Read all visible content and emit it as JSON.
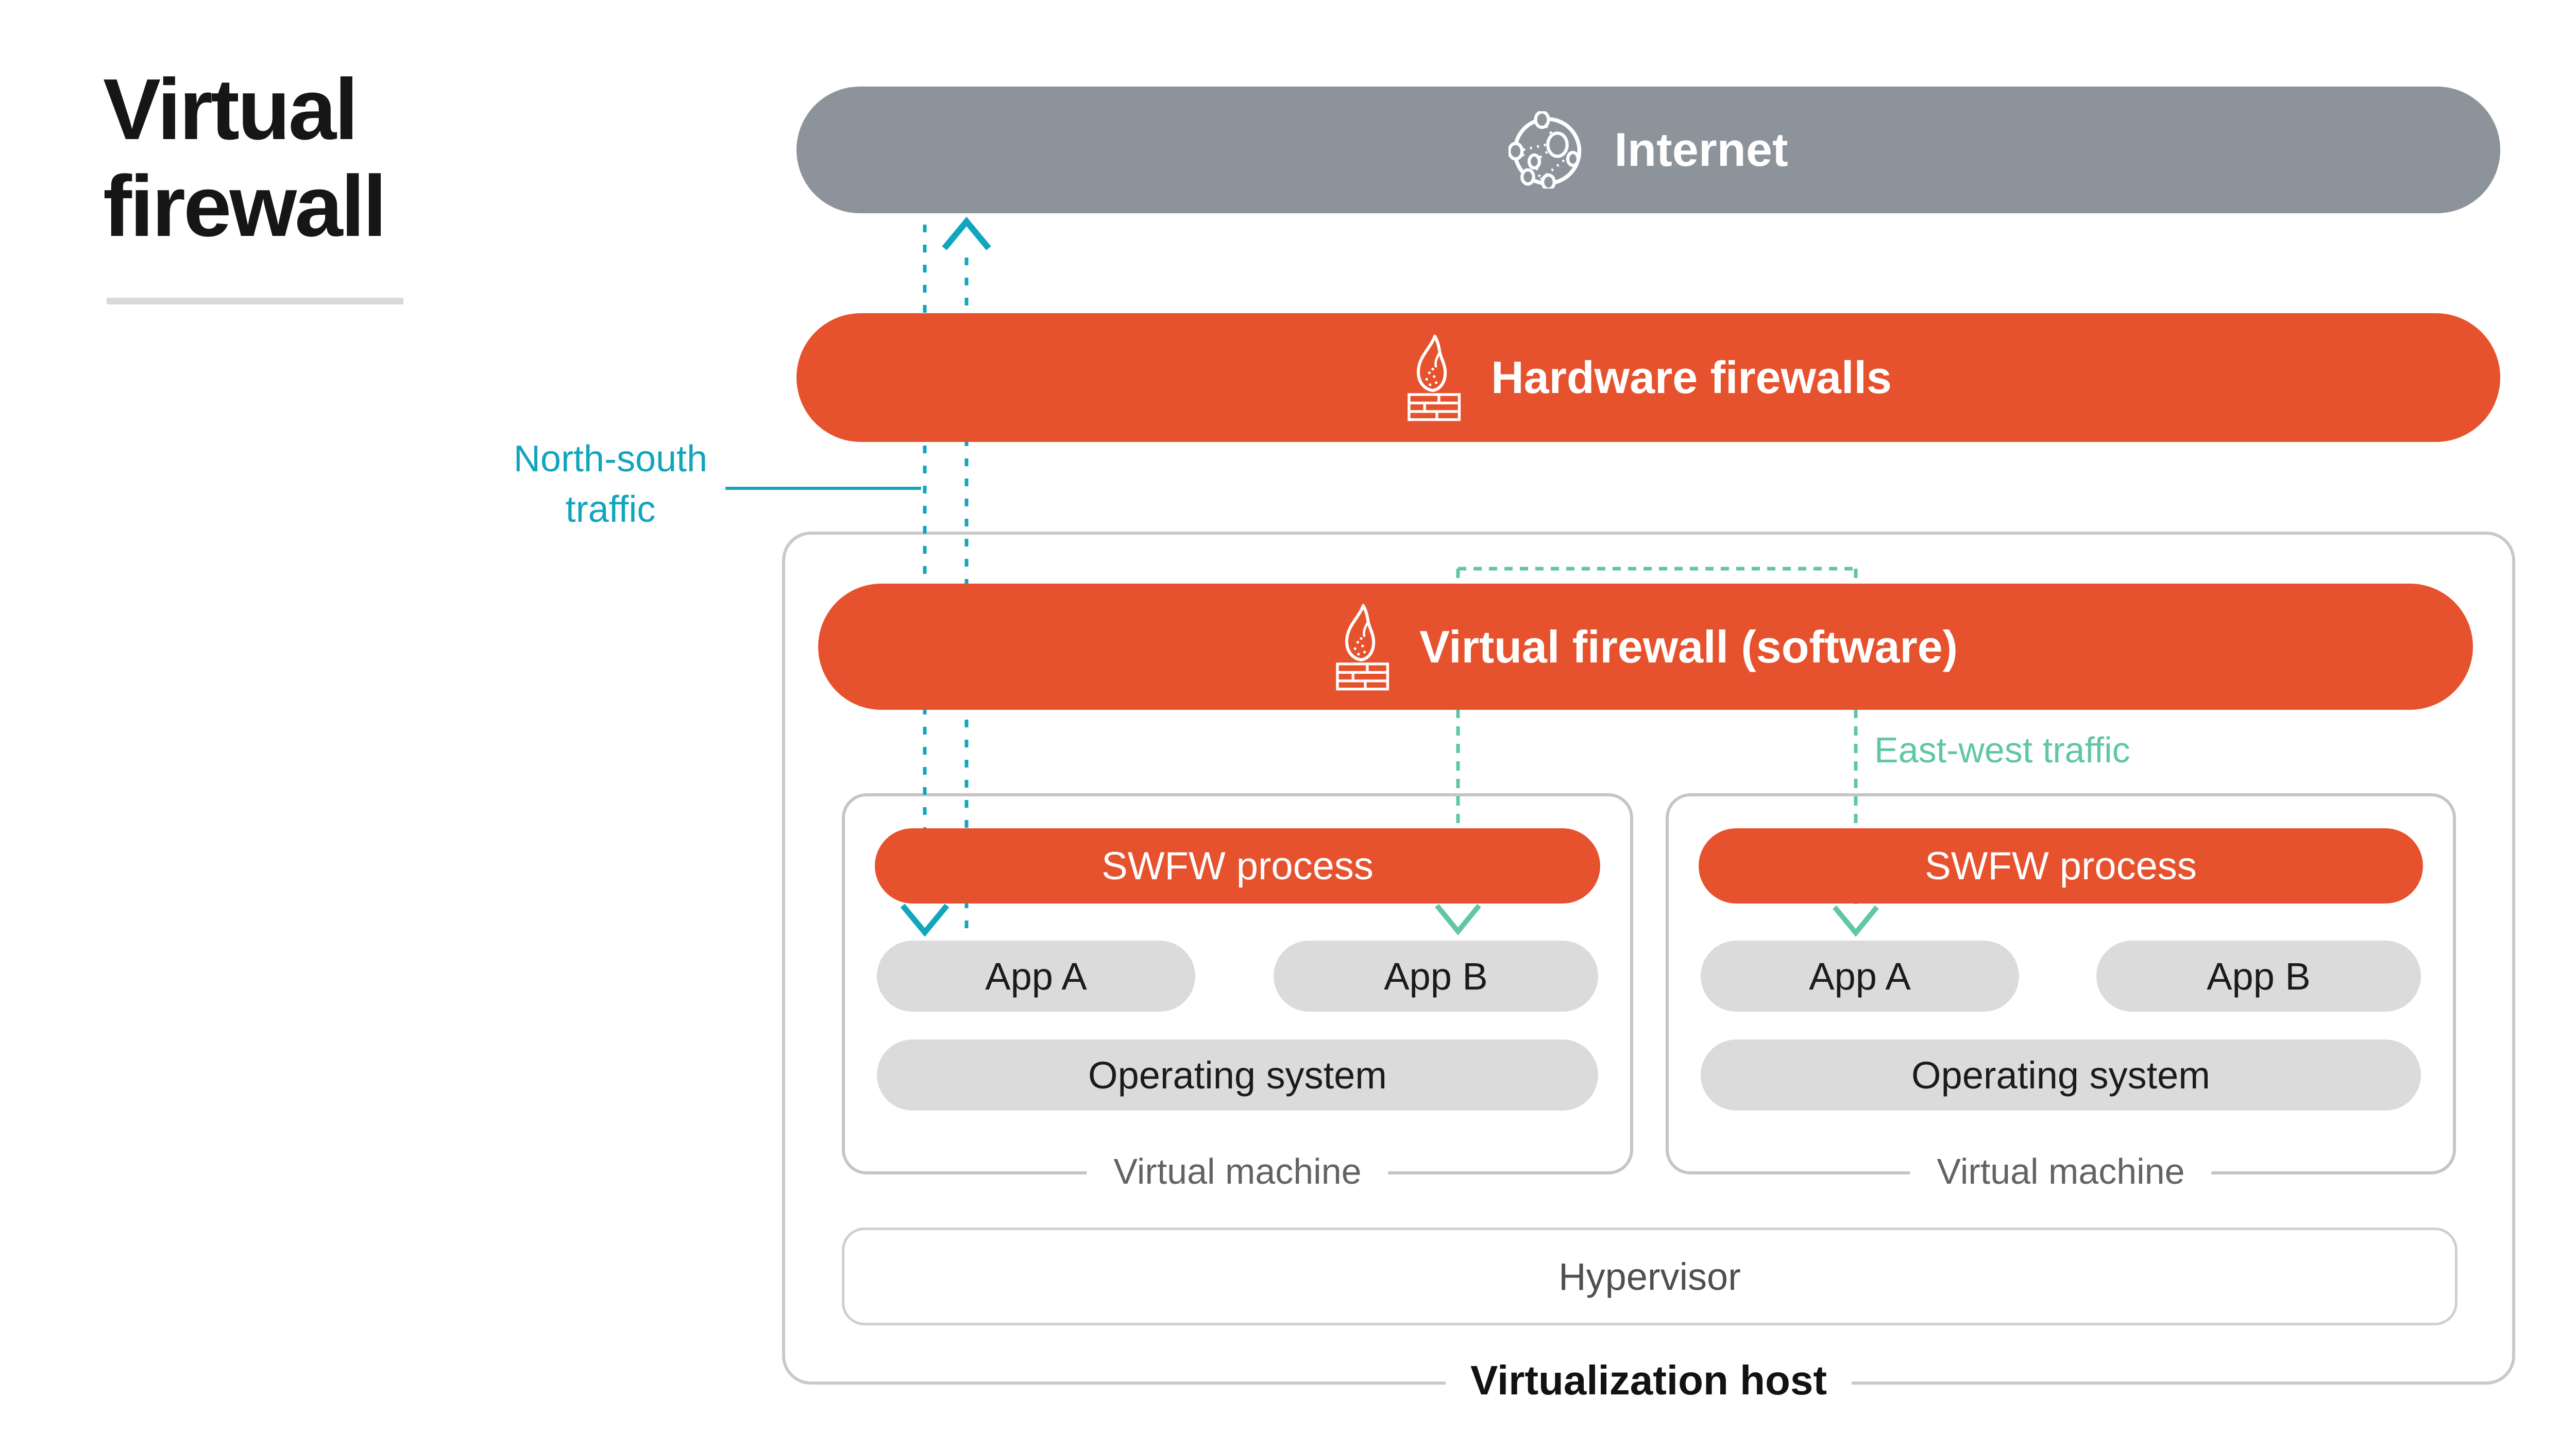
{
  "title": {
    "text": "Virtual\nfirewall"
  },
  "colors": {
    "orange": "#E7522E",
    "internet_gray": "#8C939B",
    "pill_gray": "#DBDBDB",
    "teal": "#12A5BE",
    "seafoam": "#5FC7A2",
    "container_border": "#C9C9C9"
  },
  "layers": {
    "internet": {
      "label": "Internet",
      "icon": "globe-network-icon"
    },
    "hardware_firewalls": {
      "label": "Hardware firewalls",
      "icon": "firewall-brick-flame-icon"
    },
    "virtual_firewall": {
      "label": "Virtual firewall (software)",
      "icon": "firewall-brick-flame-icon"
    }
  },
  "annotations": {
    "north_south": {
      "text": "North-south\ntraffic"
    },
    "east_west": {
      "text": "East-west traffic"
    }
  },
  "host": {
    "label": "Virtualization host",
    "hypervisor_label": "Hypervisor",
    "vms": [
      {
        "label": "Virtual machine",
        "process": "SWFW process",
        "apps": [
          "App A",
          "App B"
        ],
        "os": "Operating system"
      },
      {
        "label": "Virtual machine",
        "process": "SWFW process",
        "apps": [
          "App A",
          "App B"
        ],
        "os": "Operating system"
      }
    ]
  }
}
